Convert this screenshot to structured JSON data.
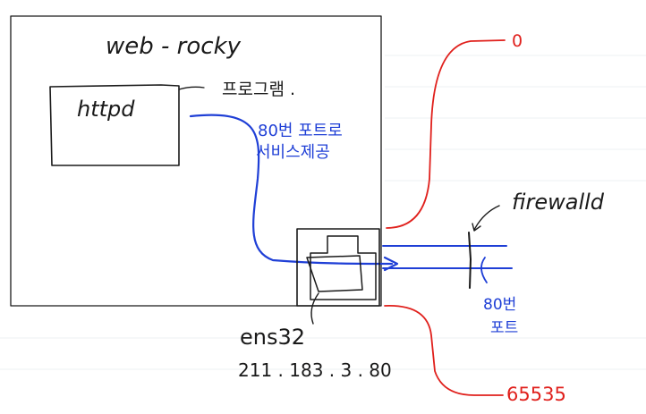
{
  "server": {
    "name": "web - rocky"
  },
  "program": {
    "name": "httpd",
    "label": "프로그램 ."
  },
  "service": {
    "line1": "80번 포트로",
    "line2": "서비스제공"
  },
  "firewall": {
    "label": "firewalld"
  },
  "port_note": {
    "line1": "80번",
    "line2": "포트"
  },
  "nic": {
    "name": "ens32",
    "ip": "211 . 183 . 3 . 80"
  },
  "port_range": {
    "min": "0",
    "max": "65535"
  },
  "colors": {
    "ink": "#1a1a1a",
    "pen_blue": "#1f3fd6",
    "pen_red": "#e0201c"
  }
}
